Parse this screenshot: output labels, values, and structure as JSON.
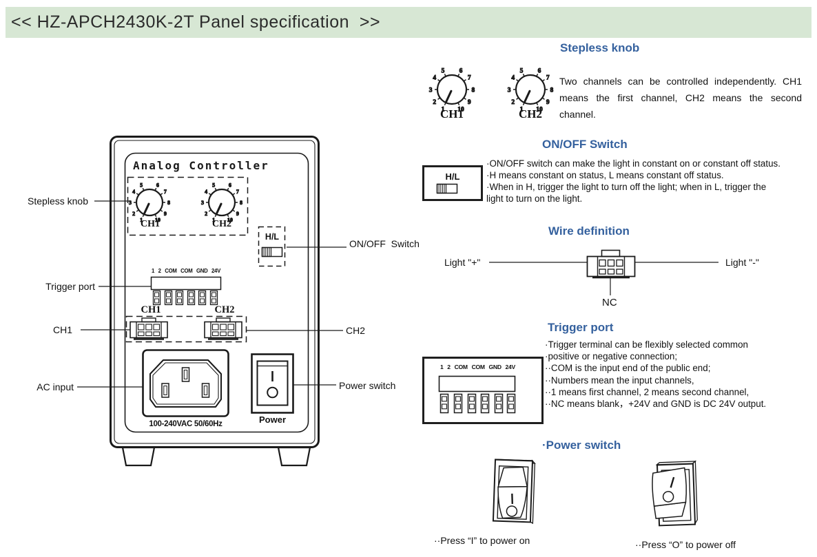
{
  "header": {
    "title": "<< HZ-APCH2430K-2T Panel specification  >>",
    "background": "#d7e7d4"
  },
  "colors": {
    "heading_blue": "#35619e",
    "line": "#1a1a1a",
    "title_bar_green": "#d7e7d4",
    "text": "#111111"
  },
  "knob": {
    "ticks": [
      "1",
      "2",
      "3",
      "4",
      "5",
      "6",
      "7",
      "8",
      "9",
      "10"
    ]
  },
  "panel": {
    "title": "Analog Controller",
    "knob1_label": "CH1",
    "knob2_label": "CH2",
    "hl_label": "H/L",
    "trigger_labels": [
      "1",
      "2",
      "COM",
      "COM",
      "GND",
      "24V"
    ],
    "conn1_label": "CH1",
    "conn2_label": "CH2",
    "ac_rating": "100-240VAC 50/60Hz",
    "power_label": "Power",
    "callouts": {
      "stepless": "Stepless knob",
      "trigger": "Trigger port",
      "ch1": "CH1",
      "ac": "AC input",
      "onoff": "ON/OFF  Switch",
      "ch2": "CH2",
      "power": "Power switch"
    }
  },
  "sections": {
    "stepless": {
      "heading": "Stepless knob",
      "knob1_label": "CH1",
      "knob2_label": "CH2",
      "description": "Two channels can be controlled independently. CH1 means the first channel, CH2 means the second channel."
    },
    "onoff": {
      "heading": "ON/OFF Switch",
      "switch_label": "H/L",
      "bullets": [
        "·ON/OFF switch can make the light in constant on or constant off status.",
        "·H means constant on status, L means constant off status.",
        "·When in H, trigger the light to turn off the light; when in L, trigger the light to turn on the light."
      ]
    },
    "wire": {
      "heading": "Wire definition",
      "left_label": "Light \"+\"",
      "right_label": "Light \"-\"",
      "bottom_label": "NC"
    },
    "trigger": {
      "heading": "Trigger port",
      "terminal_labels": [
        "1",
        "2",
        "COM",
        "COM",
        "GND",
        "24V"
      ],
      "bullets": [
        "·Trigger terminal can be flexibly selected common",
        "·positive or negative connection;",
        "··COM is the input end of the public end;",
        "··Numbers mean the input channels,",
        "··1 means first channel, 2 means second channel,",
        "··NC means blank，+24V and GND is DC 24V output."
      ]
    },
    "power": {
      "heading": "·Power switch",
      "caption_on": "··Press “I” to power on",
      "caption_off": "··Press “O” to power off"
    }
  }
}
